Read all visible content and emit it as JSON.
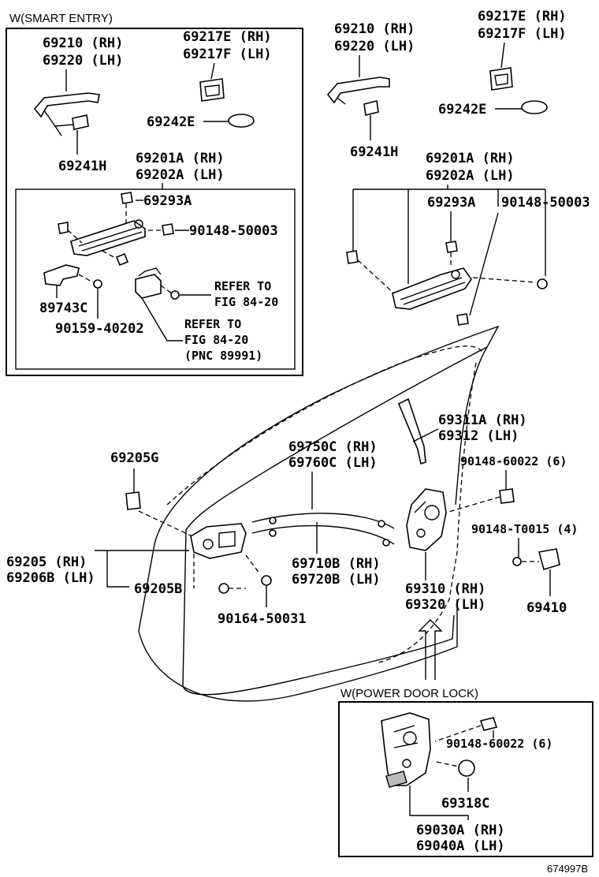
{
  "inset_smart_entry": {
    "title": "W(SMART ENTRY)",
    "handle_rh": "69210 (RH)",
    "handle_lh": "69220 (LH)",
    "cover_rh": "69217E (RH)",
    "cover_lh": "69217F (LH)",
    "pad": "69242E",
    "gasket": "69241H",
    "frame_rh": "69201A (RH)",
    "frame_lh": "69202A (LH)",
    "clip": "69293A",
    "bolt": "90148-50003",
    "part_89743c": "89743C",
    "screw": "90159-40202",
    "refer1_line1": "REFER TO",
    "refer1_line2": "FIG 84-20",
    "refer2_line1": "REFER TO",
    "refer2_line2": "FIG 84-20",
    "refer2_line3": "(PNC 89991)"
  },
  "standard": {
    "handle_rh": "69210 (RH)",
    "handle_lh": "69220 (LH)",
    "cover_rh": "69217E (RH)",
    "cover_lh": "69217F (LH)",
    "pad": "69242E",
    "gasket": "69241H",
    "frame_rh": "69201A (RH)",
    "frame_lh": "69202A (LH)",
    "clip": "69293A",
    "bolt": "90148-50003"
  },
  "door": {
    "rod_rh": "69311A (RH)",
    "rod_lh": "69312 (LH)",
    "cable_a_rh": "69750C (RH)",
    "cable_a_lh": "69760C (LH)",
    "screw_a": "90148-60022 (6)",
    "screw_b": "90148-T0015 (4)",
    "bezel_clip": "69205G",
    "inside_handle_rh": "69205 (RH)",
    "inside_handle_lh": "69206B (LH)",
    "bezel_b": "69205B",
    "screw_c": "90164-50031",
    "cable_b_rh": "69710B (RH)",
    "cable_b_lh": "69720B (LH)",
    "lock_rh": "69310 (RH)",
    "lock_lh": "69320 (LH)",
    "striker": "69410"
  },
  "inset_power": {
    "title": "W(POWER DOOR LOCK)",
    "screw": "90148-60022 (6)",
    "grommet": "69318C",
    "lock_rh": "69030A (RH)",
    "lock_lh": "69040A (LH)"
  },
  "figure_code": "674997B"
}
